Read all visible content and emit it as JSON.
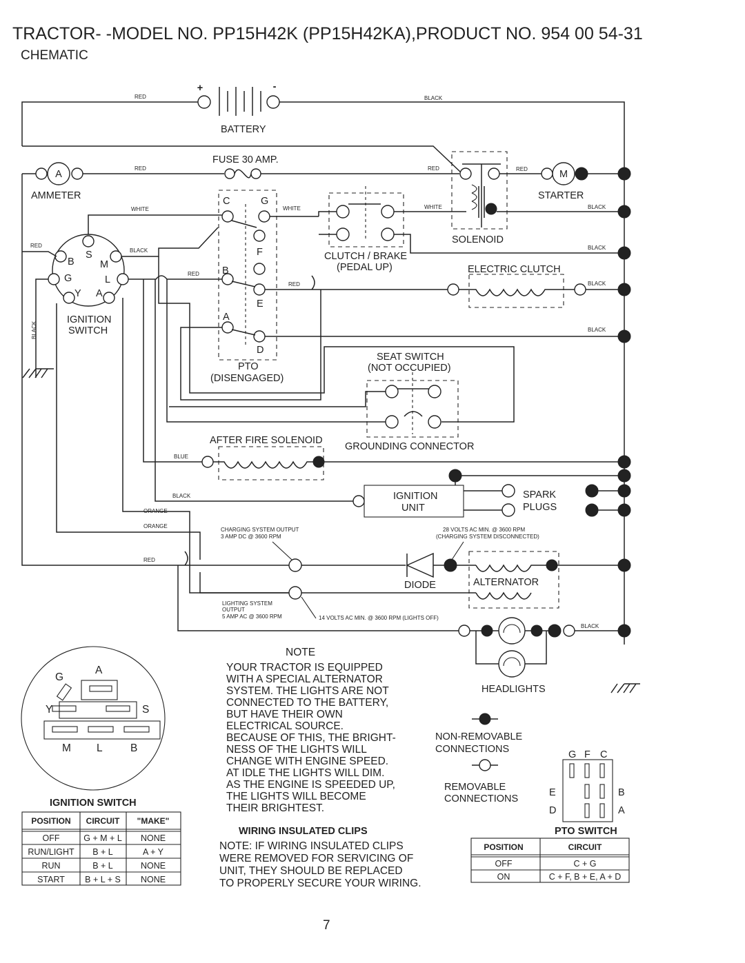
{
  "header": {
    "title": "TRACTOR- -MODEL NO. PP15H42K (PP15H42KA),PRODUCT NO. 954 00 54-31",
    "subtitle": "CHEMATIC"
  },
  "diagram": {
    "components": {
      "battery": "BATTERY",
      "fuse": "FUSE 30 AMP.",
      "ammeter": "AMMETER",
      "ammeter_letter": "A",
      "starter": "STARTER",
      "starter_letter": "M",
      "solenoid": "SOLENOID",
      "clutch_brake_1": "CLUTCH / BRAKE",
      "clutch_brake_2": "(PEDAL UP)",
      "electric_clutch": "ELECTRIC CLUTCH",
      "ignition_switch_1": "IGNITION",
      "ignition_switch_2": "SWITCH",
      "pto_1": "PTO",
      "pto_2": "(DISENGAGED)",
      "seat_switch_1": "SEAT SWITCH",
      "seat_switch_2": "(NOT OCCUPIED)",
      "after_fire_solenoid": "AFTER FIRE SOLENOID",
      "grounding_connector": "GROUNDING CONNECTOR",
      "ignition_unit_1": "IGNITION",
      "ignition_unit_2": "UNIT",
      "spark_plugs_1": "SPARK",
      "spark_plugs_2": "PLUGS",
      "diode": "DIODE",
      "alternator": "ALTERNATOR",
      "headlights": "HEADLIGHTS"
    },
    "wire_colors": {
      "red": "RED",
      "black": "BLACK",
      "white": "WHITE",
      "blue": "BLUE",
      "orange": "ORANGE"
    },
    "battery_terminals": {
      "positive": "+",
      "negative": "-"
    },
    "terminal_letters": {
      "pto_c": "C",
      "pto_g": "G",
      "pto_f": "F",
      "pto_b": "B",
      "pto_e": "E",
      "pto_a": "A",
      "pto_d": "D",
      "ign_b": "B",
      "ign_s": "S",
      "ign_m": "M",
      "ign_g": "G",
      "ign_l": "L",
      "ign_y": "Y",
      "ign_a": "A"
    },
    "measurements": {
      "charging_output_1": "CHARGING SYSTEM OUTPUT",
      "charging_output_2": "3 AMP DC @ 3600 RPM",
      "volts_28_1": "28 VOLTS AC MIN. @ 3600 RPM",
      "volts_28_2": "(CHARGING SYSTEM DISCONNECTED)",
      "lighting_output_1": "LIGHTING SYSTEM",
      "lighting_output_2": "OUTPUT",
      "lighting_output_3": "5 AMP AC @ 3600 RPM",
      "volts_14": "14 VOLTS AC MIN. @ 3600 RPM (LIGHTS OFF)"
    }
  },
  "note": {
    "heading": "NOTE",
    "lines": [
      "YOUR TRACTOR IS EQUIPPED",
      "WITH A SPECIAL ALTERNATOR",
      "SYSTEM.  THE LIGHTS ARE NOT",
      "CONNECTED TO  THE BATTERY,",
      "BUT HAVE THEIR OWN",
      "ELECTRICAL SOURCE.",
      "BECAUSE OF THIS, THE BRIGHT-",
      "NESS OF THE LIGHTS WILL",
      "CHANGE WITH ENGINE SPEED.",
      "AT IDLE THE LIGHTS WILL DIM.",
      "AS THE ENGINE IS SPEEDED UP,",
      "THE LIGHTS WILL BECOME",
      "THEIR BRIGHTEST."
    ]
  },
  "clips": {
    "heading": "WIRING INSULATED CLIPS",
    "lines": [
      "NOTE: IF WIRING INSULATED CLIPS",
      "WERE REMOVED FOR SERVICING OF",
      "UNIT, THEY SHOULD BE REPLACED",
      "TO PROPERLY SECURE YOUR WIRING."
    ]
  },
  "legend": {
    "non_removable_1": "NON-REMOVABLE",
    "non_removable_2": "CONNECTIONS",
    "removable_1": "REMOVABLE",
    "removable_2": "CONNECTIONS"
  },
  "ignition_switch_face": {
    "letters": {
      "g": "G",
      "a": "A",
      "y": "Y",
      "s": "S",
      "m": "M",
      "l": "L",
      "b": "B"
    }
  },
  "pto_face": {
    "letters": {
      "g": "G",
      "f": "F",
      "c": "C",
      "e": "E",
      "b": "B",
      "d": "D",
      "a": "A"
    }
  },
  "ignition_table": {
    "title": "IGNITION SWITCH",
    "headers": [
      "POSITION",
      "CIRCUIT",
      "\"MAKE\""
    ],
    "rows": [
      [
        "OFF",
        "G + M + L",
        "NONE"
      ],
      [
        "RUN/LIGHT",
        "B + L",
        "A + Y"
      ],
      [
        "RUN",
        "B + L",
        "NONE"
      ],
      [
        "START",
        "B + L + S",
        "NONE"
      ]
    ]
  },
  "pto_table": {
    "title": "PTO SWITCH",
    "headers": [
      "POSITION",
      "CIRCUIT"
    ],
    "rows": [
      [
        "OFF",
        "C + G"
      ],
      [
        "ON",
        "C + F, B + E, A + D"
      ]
    ]
  },
  "page_number": "7"
}
